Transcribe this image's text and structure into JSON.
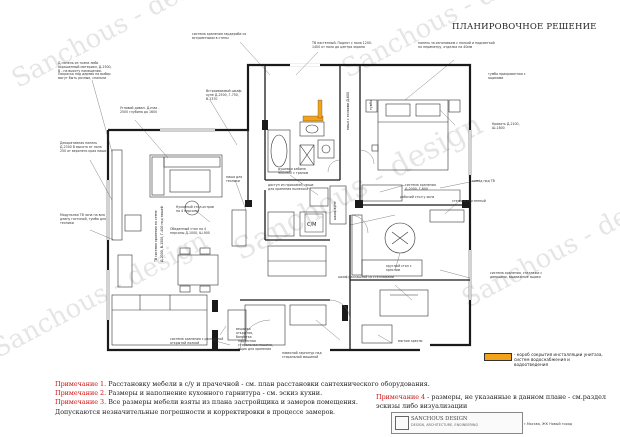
{
  "title": "ПЛАНИРОВОЧНОЕ РЕШЕНИЕ",
  "watermark": "Sanchous - design",
  "callouts": [
    {
      "id": "c-storage-corridor",
      "text": "система хранения гардероба со встроенными в стены"
    },
    {
      "id": "c-tv-niche",
      "text": "ТВ настенный. Поднят с пола 1200-1400 от пола до центра экрана"
    },
    {
      "id": "c-headboard",
      "text": "панель за изголовьем с полкой и подсветкой по периметру, отделка на 40мм"
    },
    {
      "id": "c-wall-panel",
      "text": "Д-панель из ткани либо окрашенный материал, Д-1500, В - на высоту помещения. Покраска под дерево на выбор могут быть разные, спальни"
    },
    {
      "id": "c-corner-sofa",
      "text": "Угловой диван. Д-max - 2500 глубина до 1600"
    },
    {
      "id": "c-builtin-cabinet",
      "text": "Встраиваемый шкаф-купе Д-2500, Г-750, В-2370"
    },
    {
      "id": "c-tv-panel",
      "text": "Декоративная панель Д-2300 В высота от пола 250 от верхнего края ниши"
    },
    {
      "id": "c-tv-module",
      "text": "Модульная ТВ зона на всю длину гостиной, тумба для техники"
    },
    {
      "id": "c-dining-table",
      "text": "Обеденный стол на 4 персоны Д-1000, Ш-900"
    },
    {
      "id": "c-kitchen-island",
      "text": "Кухонный стол-остров на 4 персоны"
    },
    {
      "id": "c-niche",
      "text": "ниша для техники"
    },
    {
      "id": "c-shower",
      "text": "душевая кабина 900х900 с трапом"
    },
    {
      "id": "c-hob-access",
      "text": "доступ из прихожей, ниша для хранения пылесоса"
    },
    {
      "id": "c-storage-system",
      "text": "система хранения Д-2000, Г-600"
    },
    {
      "id": "c-desk",
      "text": "рабочий стол у окна"
    },
    {
      "id": "c-bed",
      "text": "Кровать Д-2100, Ш-1800"
    },
    {
      "id": "c-bed-table",
      "text": "тумба прикроватная с ящиками"
    },
    {
      "id": "c-tv-chest",
      "text": "комод под ТВ"
    },
    {
      "id": "c-desk-chair",
      "text": "стеллаж настенный"
    },
    {
      "id": "c-round-table",
      "text": "круглый стол с креслом"
    },
    {
      "id": "c-wardrobe-corridor",
      "text": "шкаф распашной со стеллажами"
    },
    {
      "id": "c-storage-bedroom",
      "text": "система хранения, стеллажи с дверцами, выдвижные ящики"
    },
    {
      "id": "c-entry-storage",
      "text": "система хранения с распашной открытой полкой"
    },
    {
      "id": "c-entry-bench",
      "text": "вешалка открытая, банкетка"
    },
    {
      "id": "c-laundry",
      "text": "подвесная стиральная машина, ящик для хранения"
    },
    {
      "id": "c-dryer",
      "text": "навесной гарнитур над стиральной машиной"
    },
    {
      "id": "c-soft-seat",
      "text": "мягкое кресло"
    }
  ],
  "notes": [
    {
      "label": "Примечание 1.",
      "text": "Расстановку мебели в с/у и прачечной - см. план расстановки сантехнического оборудования."
    },
    {
      "label": "Примечание 2.",
      "text": "Размеры и наполнение кухонного гарнитура - см. эскиз кухни."
    },
    {
      "label": "Примечание 3.",
      "text": "Все размеры мебели взяты из плана застройщика и замеров помещения."
    },
    {
      "label": "",
      "text": "Допускаются незначительные погрешности и корректировки в процессе замеров."
    }
  ],
  "note4": {
    "label": "Примечание 4",
    "text": "- размеры, не указанные в данном плане - см.раздел эскизы либо визуализации"
  },
  "legend": {
    "text": "- короб сокрытия инсталляции унитаза, систем водоснабжения и водоотведения",
    "color": "#f2a31a"
  },
  "logo": {
    "name": "SANCHOUS DESIGN",
    "sub": "DESIGN, ARCHITECTURE, ENGINEERING"
  },
  "address": "г.Москва, ЖК Новый город",
  "colors": {
    "wall": "#1a1a1a",
    "accent": "#f2a31a",
    "note_red": "#d01010",
    "watermark": "#000000"
  }
}
